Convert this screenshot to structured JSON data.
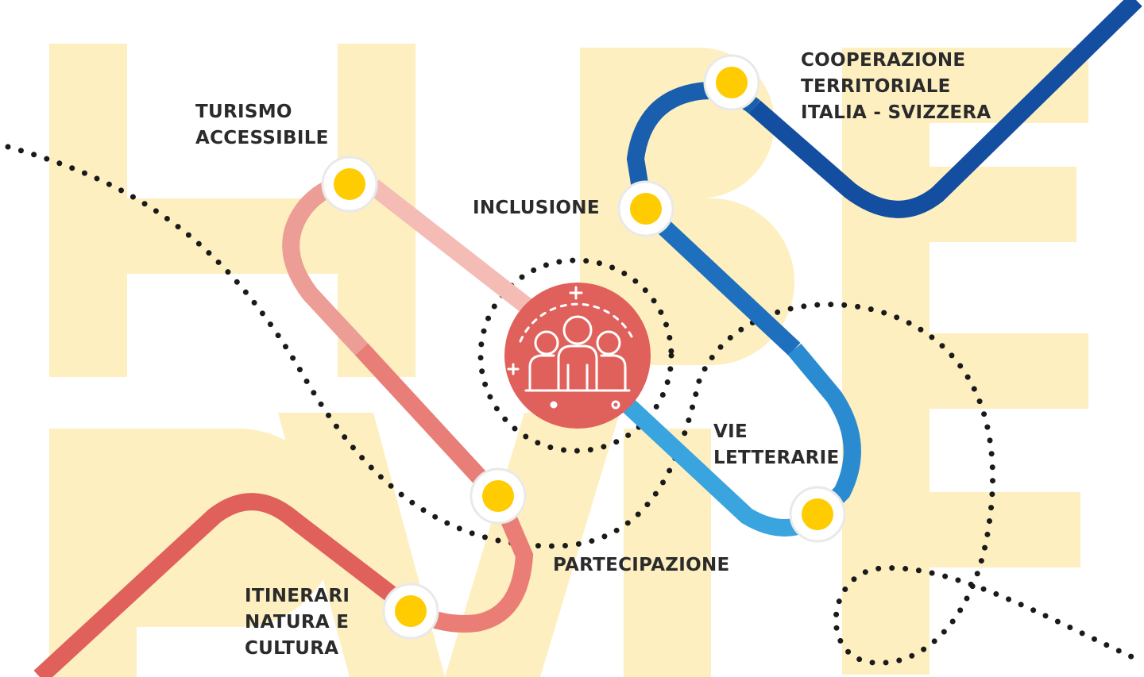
{
  "colors": {
    "background_letters": "#fdefc0",
    "route_red": "#e0605b",
    "route_salmon": "#f0b2ab",
    "route_darkblue": "#134ea0",
    "route_blue": "#1e6fbd",
    "route_lightblue": "#3aa4df",
    "stop_fill": "#fecc00",
    "hub_fill": "#e0605b",
    "dots": "#1a1a1a",
    "text": "#2b2b2b"
  },
  "hub": {
    "icon": "group-of-people-icon"
  },
  "stops": {
    "cooperazione": [
      "COOPERAZIONE",
      "TERRITORIALE",
      "ITALIA - SVIZZERA"
    ],
    "turismo": [
      "TURISMO",
      "ACCESSIBILE"
    ],
    "inclusione": [
      "INCLUSIONE"
    ],
    "vie": [
      "VIE",
      "LETTERARIE"
    ],
    "partecipazione": [
      "PARTECIPAZIONE"
    ],
    "itinerari": [
      "ITINERARI",
      "NATURA E",
      "CULTURA"
    ]
  }
}
